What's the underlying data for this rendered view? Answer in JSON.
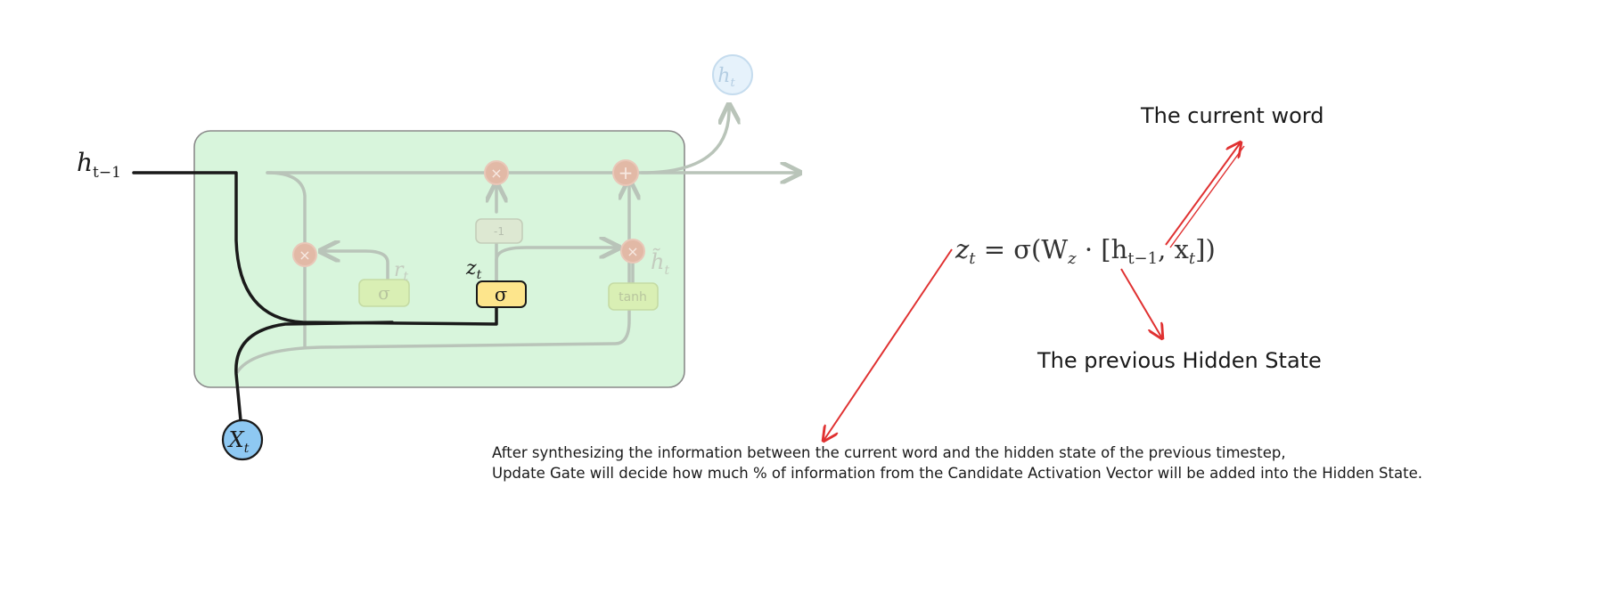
{
  "labels": {
    "h_prev": "h",
    "h_prev_sub": "t−1",
    "h_out": "h",
    "h_out_sub": "t",
    "x_in": "X",
    "x_in_sub": "t",
    "r_gate": "r",
    "r_gate_sub": "t",
    "z_gate": "z",
    "z_gate_sub": "t",
    "h_tilde": "h̃",
    "h_tilde_sub": "t",
    "sigma_r": "σ",
    "sigma_z": "σ",
    "tanh": "tanh",
    "one_minus": "-1",
    "mult_symbol": "×",
    "add_symbol": "+"
  },
  "equation": {
    "lhs": "z",
    "lhs_sub": "t",
    "rhs_a": " = σ(W",
    "rhs_w_sub": "z",
    "rhs_b": " · [h",
    "rhs_h_sub": "t−1",
    "rhs_c": ", x",
    "rhs_x_sub": "t",
    "rhs_d": "])"
  },
  "annotations": {
    "current_word": "The current word",
    "previous_hidden_state": "The previous Hidden State",
    "description_line1": "After synthesizing the information between the current word and the hidden state of the previous timestep,",
    "description_line2": "Update Gate will decide how much % of information from the Candidate Activation Vector will be added into the Hidden State."
  },
  "colors": {
    "cell_fill": "#d8f5dc",
    "cell_stroke": "#8a8a8a",
    "active_path": "#1a1a1a",
    "faded_path": "#b9c4b9",
    "gate_highlight": "#fde58c",
    "input_node": "#8ec8f2",
    "output_node": "#e6f2fb",
    "operator_fill": "#e2b9a6",
    "arrow_red": "#e03131"
  }
}
